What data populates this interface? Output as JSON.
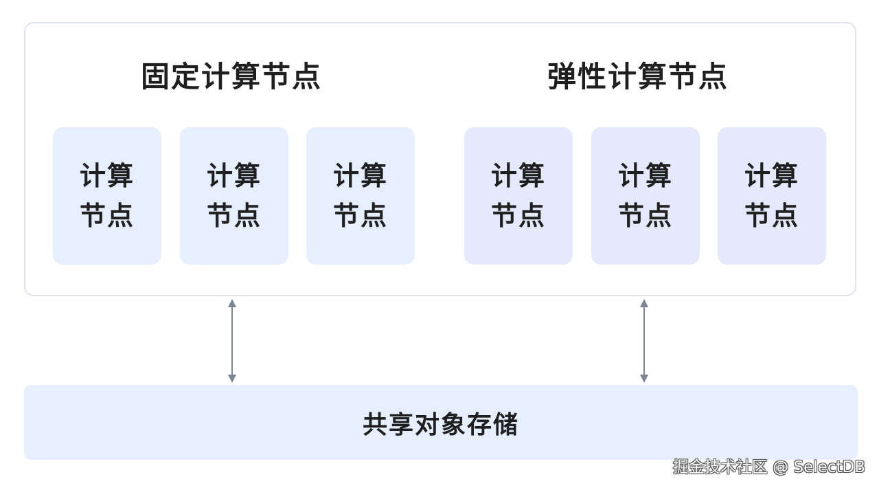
{
  "groups": {
    "fixed": {
      "title": "固定计算节点",
      "nodes": [
        {
          "line1": "计算",
          "line2": "节点"
        },
        {
          "line1": "计算",
          "line2": "节点"
        },
        {
          "line1": "计算",
          "line2": "节点"
        }
      ]
    },
    "elastic": {
      "title": "弹性计算节点",
      "nodes": [
        {
          "line1": "计算",
          "line2": "节点"
        },
        {
          "line1": "计算",
          "line2": "节点"
        },
        {
          "line1": "计算",
          "line2": "节点"
        }
      ]
    }
  },
  "storage": {
    "label": "共享对象存储"
  },
  "watermark": "掘金技术社区 @ SelectDB",
  "colors": {
    "fixed_node_bg": "#e5efff",
    "elastic_node_bg": "#e4e9fc",
    "storage_bg": "#e5efff",
    "border": "#dde2ee",
    "arrow": "#7d8594"
  }
}
